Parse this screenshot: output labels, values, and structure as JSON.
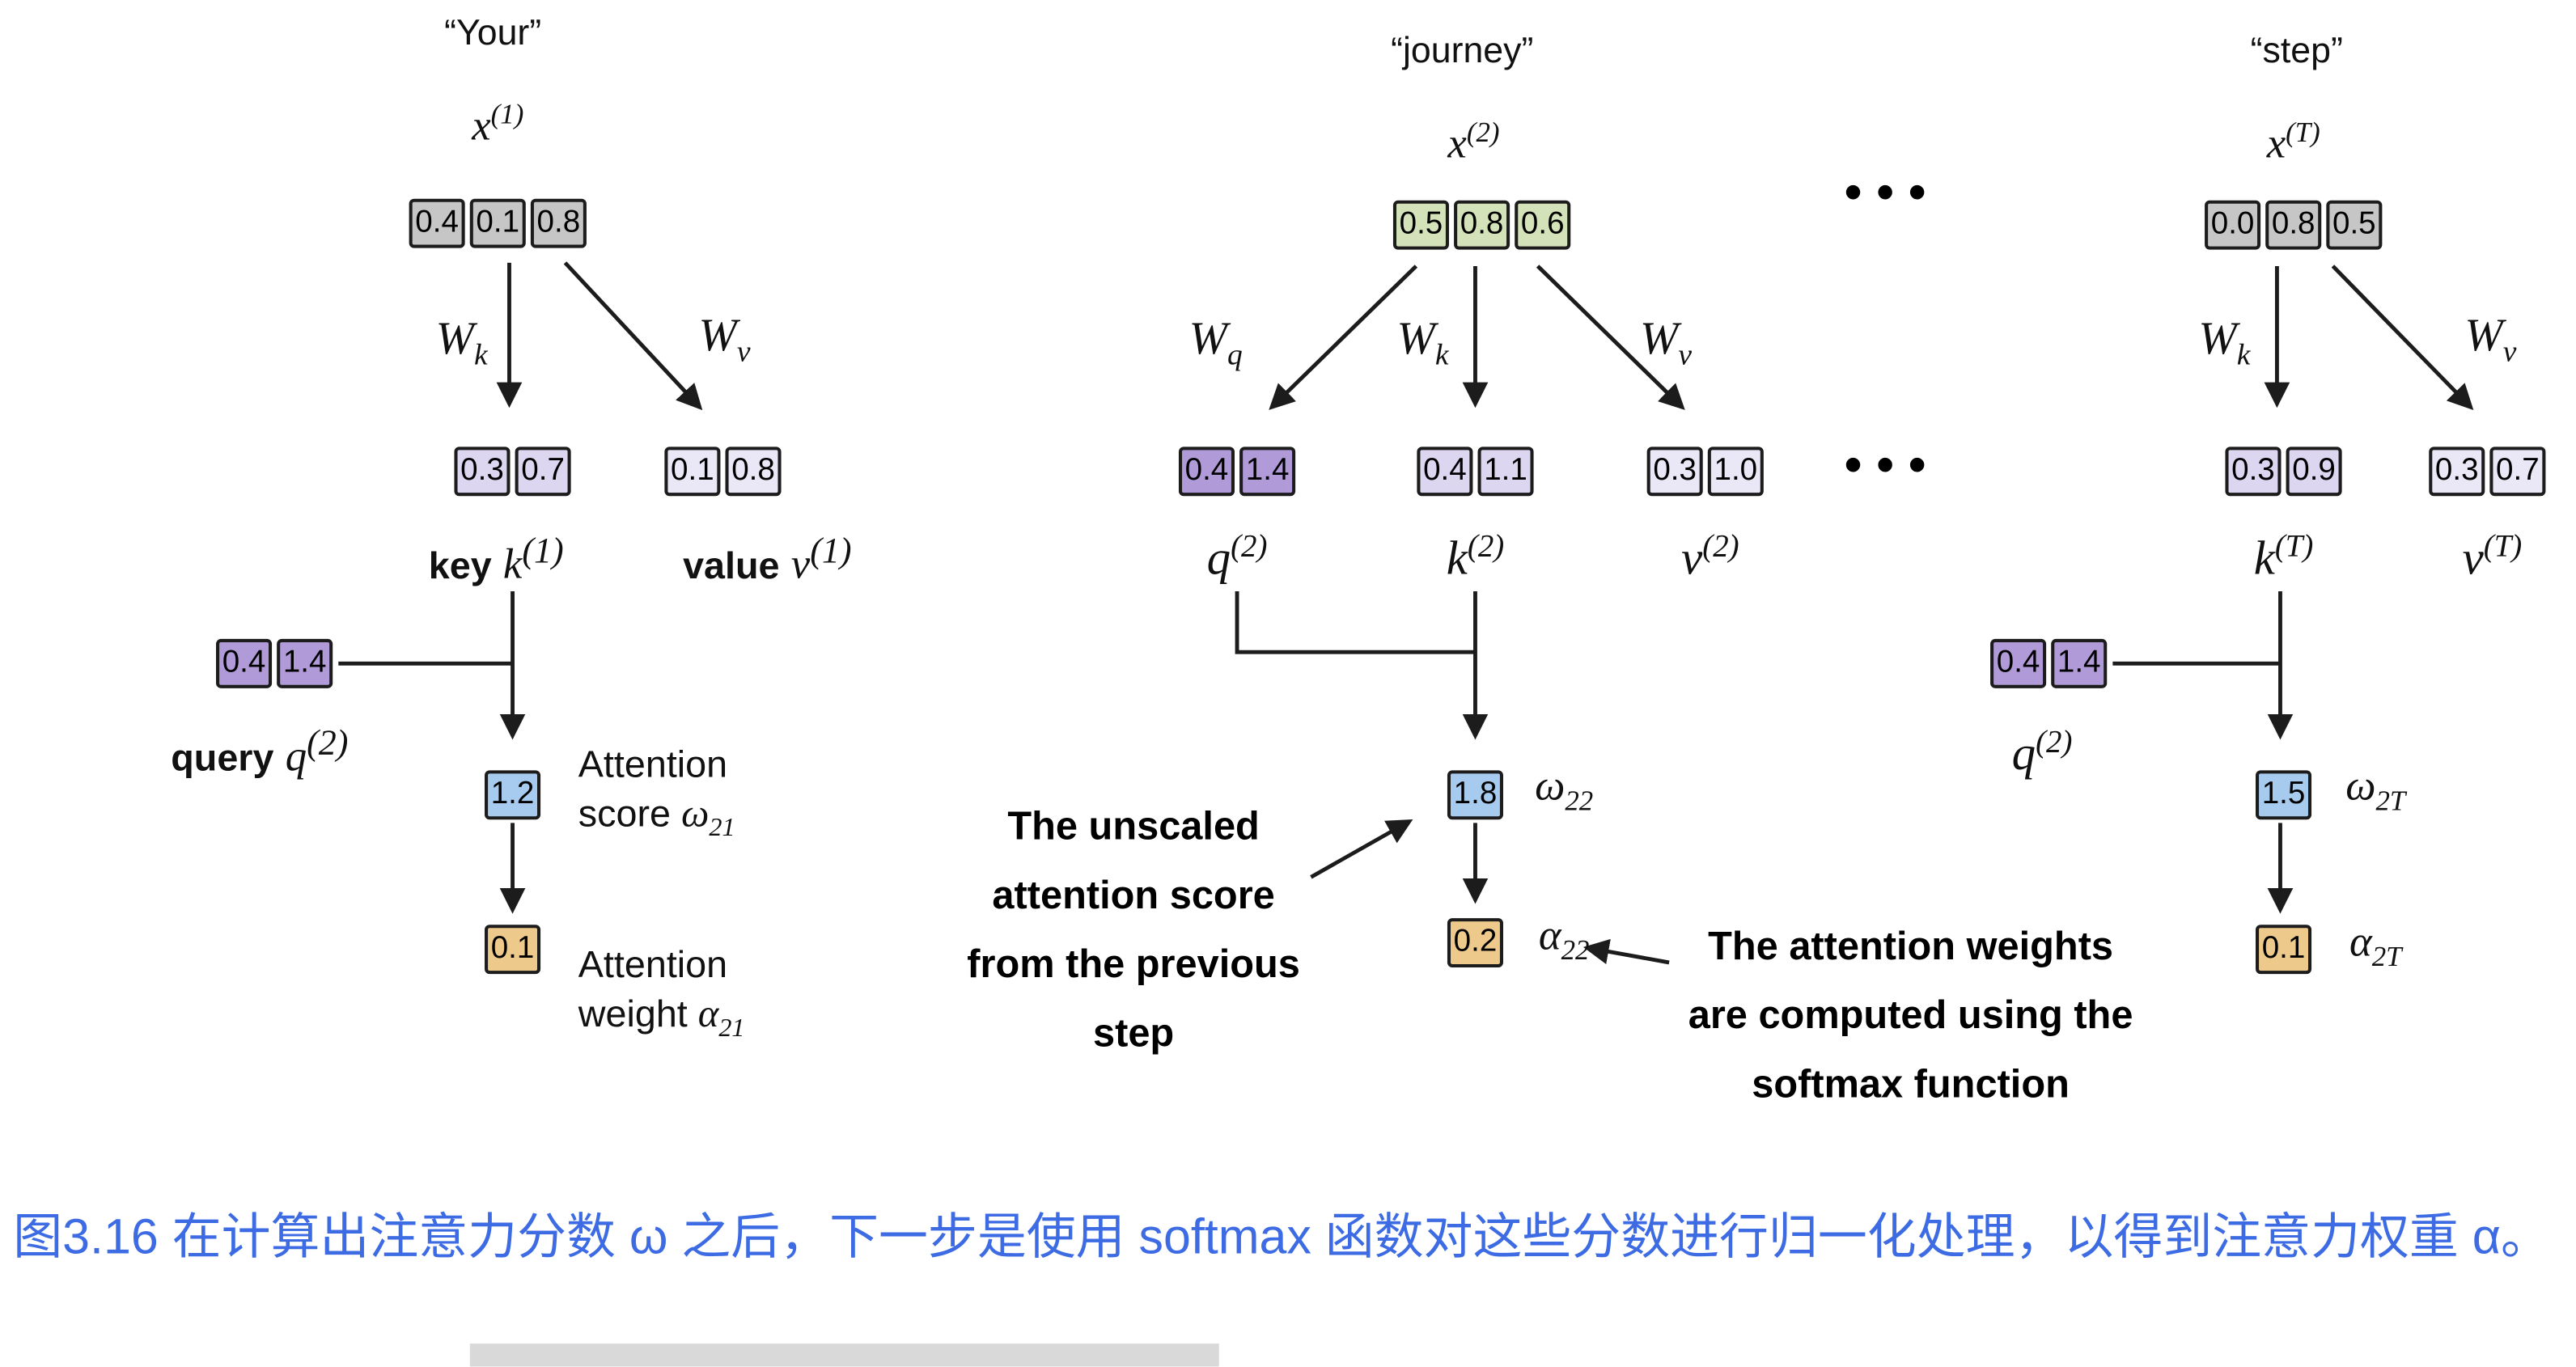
{
  "dots": "•••",
  "caption": {
    "text": "图3.16 在计算出注意力分数 ω 之后，下一步是使用 softmax 函数对这些分数进行归一化处理，以得到注意力权重 α。"
  },
  "annotations": {
    "unscaled_lines": [
      "The unscaled",
      "attention score",
      "from the previous",
      "step"
    ],
    "softmax_lines": [
      "The attention weights",
      "are computed using the",
      "softmax function"
    ]
  },
  "col1": {
    "word": "“Your”",
    "x_base": "x",
    "x_sup": "(1)",
    "values": [
      "0.4",
      "0.1",
      "0.8"
    ],
    "wk_base": "W",
    "wk_sub": "k",
    "wv_base": "W",
    "wv_sub": "v",
    "key_values": [
      "0.3",
      "0.7"
    ],
    "key_word": "key",
    "key_base": "k",
    "key_sup": "(1)",
    "value_values": [
      "0.1",
      "0.8"
    ],
    "value_word": "value",
    "value_base": "v",
    "value_sup": "(1)",
    "query_values": [
      "0.4",
      "1.4"
    ],
    "query_word": "query",
    "query_base": "q",
    "query_sup": "(2)",
    "score": "1.2",
    "score_line1": "Attention",
    "score_line2": "score",
    "score_sym": "ω",
    "score_sub": "21",
    "weight": "0.1",
    "weight_line1": "Attention",
    "weight_line2": "weight",
    "weight_sym": "α",
    "weight_sub": "21"
  },
  "col2": {
    "word": "“journey”",
    "x_base": "x",
    "x_sup": "(2)",
    "values": [
      "0.5",
      "0.8",
      "0.6"
    ],
    "wq_base": "W",
    "wq_sub": "q",
    "wk_base": "W",
    "wk_sub": "k",
    "wv_base": "W",
    "wv_sub": "v",
    "q_values": [
      "0.4",
      "1.4"
    ],
    "q_base": "q",
    "q_sup": "(2)",
    "k_values": [
      "0.4",
      "1.1"
    ],
    "k_base": "k",
    "k_sup": "(2)",
    "v_values": [
      "0.3",
      "1.0"
    ],
    "v_base": "v",
    "v_sup": "(2)",
    "score": "1.8",
    "score_sym": "ω",
    "score_sub": "22",
    "weight": "0.2",
    "weight_sym": "α",
    "weight_sub": "22"
  },
  "col3": {
    "word": "“step”",
    "x_base": "x",
    "x_sup": "(T)",
    "values": [
      "0.0",
      "0.8",
      "0.5"
    ],
    "wk_base": "W",
    "wk_sub": "k",
    "wv_base": "W",
    "wv_sub": "v",
    "k_values": [
      "0.3",
      "0.9"
    ],
    "k_base": "k",
    "k_sup": "(T)",
    "v_values": [
      "0.3",
      "0.7"
    ],
    "v_base": "v",
    "v_sup": "(T)",
    "q_values": [
      "0.4",
      "1.4"
    ],
    "q_base": "q",
    "q_sup": "(2)",
    "score": "1.5",
    "score_sym": "ω",
    "score_sub": "2T",
    "weight": "0.1",
    "weight_sym": "α",
    "weight_sub": "2T"
  }
}
